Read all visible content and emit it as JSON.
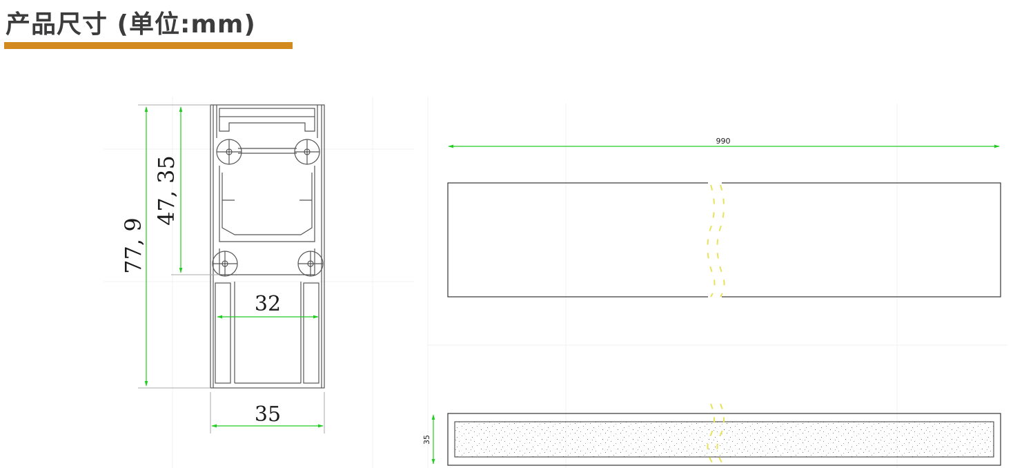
{
  "header": {
    "title": "产品尺寸 (单位:mm)"
  },
  "colors": {
    "accent": "#d28a1e",
    "dimension_line": "#22cc22",
    "outline": "#333333",
    "break_marks": "#e8e25a"
  },
  "cross_section": {
    "total_height_label": "77, 9",
    "upper_height_label": "47, 35",
    "inner_width_label": "32",
    "outer_width_label": "35"
  },
  "top_view": {
    "length_label": "990"
  },
  "side_view": {
    "height_label": "35"
  }
}
